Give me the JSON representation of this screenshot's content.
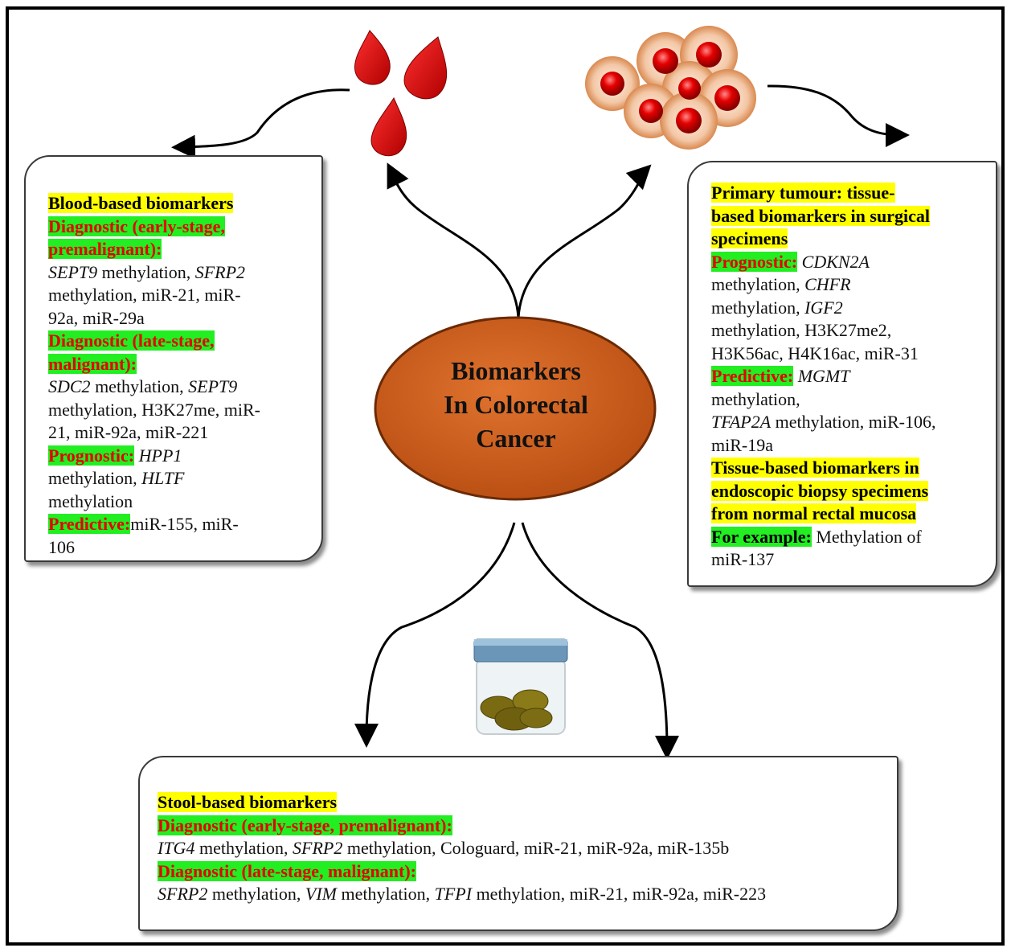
{
  "center": {
    "line1": "Biomarkers",
    "line2": "In Colorectal",
    "line3": "Cancer"
  },
  "blood": {
    "title": "Blood-based biomarkers",
    "diag_early_label_1": "Diagnostic (early-stage,",
    "diag_early_label_2": "premalignant):",
    "diag_early_g1": "SEPT9",
    "diag_early_t1": " methylation, ",
    "diag_early_g2": "SFRP2",
    "diag_early_t2": "methylation, miR-21, miR-",
    "diag_early_t3": "92a, miR-29a",
    "diag_late_label_1": "Diagnostic (late-stage,",
    "diag_late_label_2": "malignant):",
    "diag_late_g1": "SDC2",
    "diag_late_t1": " methylation, ",
    "diag_late_g2": "SEPT9",
    "diag_late_t2": "methylation, H3K27me, miR-",
    "diag_late_t3": "21, miR-92a, miR-221",
    "prog_label": "Prognostic:",
    "prog_g1": " HPP1",
    "prog_t1": "methylation, ",
    "prog_g2": "HLTF",
    "prog_t2": "methylation",
    "pred_label": "Predictive:",
    "pred_t1": "miR-155, miR-",
    "pred_t2": "106"
  },
  "tissue": {
    "title_1": "Primary tumour: tissue-",
    "title_2": "based biomarkers in surgical",
    "title_3": "specimens",
    "prog_label": "Prognostic:",
    "prog_g1": " CDKN2A",
    "prog_t1": "methylation, ",
    "prog_g2": "CHFR",
    "prog_t2": "methylation, ",
    "prog_g3": "IGF2",
    "prog_t3": "methylation, H3K27me2,",
    "prog_t4": "H3K56ac, H4K16ac, miR-31",
    "pred_label": "Predictive:",
    "pred_g1": " MGMT",
    "pred_t1": "methylation,",
    "pred_g2": "TFAP2A",
    "pred_t2": " methylation, miR-106,",
    "pred_t3": "miR-19a",
    "endo_1": "Tissue-based biomarkers in",
    "endo_2": "endoscopic biopsy specimens",
    "endo_3": "from normal rectal mucosa",
    "ex_label": "For example:",
    "ex_t1": " Methylation of",
    "ex_t2": "miR-137"
  },
  "stool": {
    "title": "Stool-based biomarkers",
    "diag_early_label": "Diagnostic (early-stage, premalignant):",
    "early_g1": "ITG4",
    "early_t1": " methylation, ",
    "early_g2": "SFRP2",
    "early_t2": " methylation, Cologuard, miR-21, miR-92a, miR-135b",
    "diag_late_label": "Diagnostic (late-stage, malignant):",
    "late_g1": "SFRP2",
    "late_t1": " methylation, ",
    "late_g2": "VIM",
    "late_t2": " methylation, ",
    "late_g3": "TFPI",
    "late_t3": " methylation, miR-21, miR-92a, miR-223"
  },
  "colors": {
    "ellipse": "#c9571a",
    "highlight_yellow": "#ffff00",
    "highlight_green": "#22ee22",
    "label_red": "#e60000"
  }
}
